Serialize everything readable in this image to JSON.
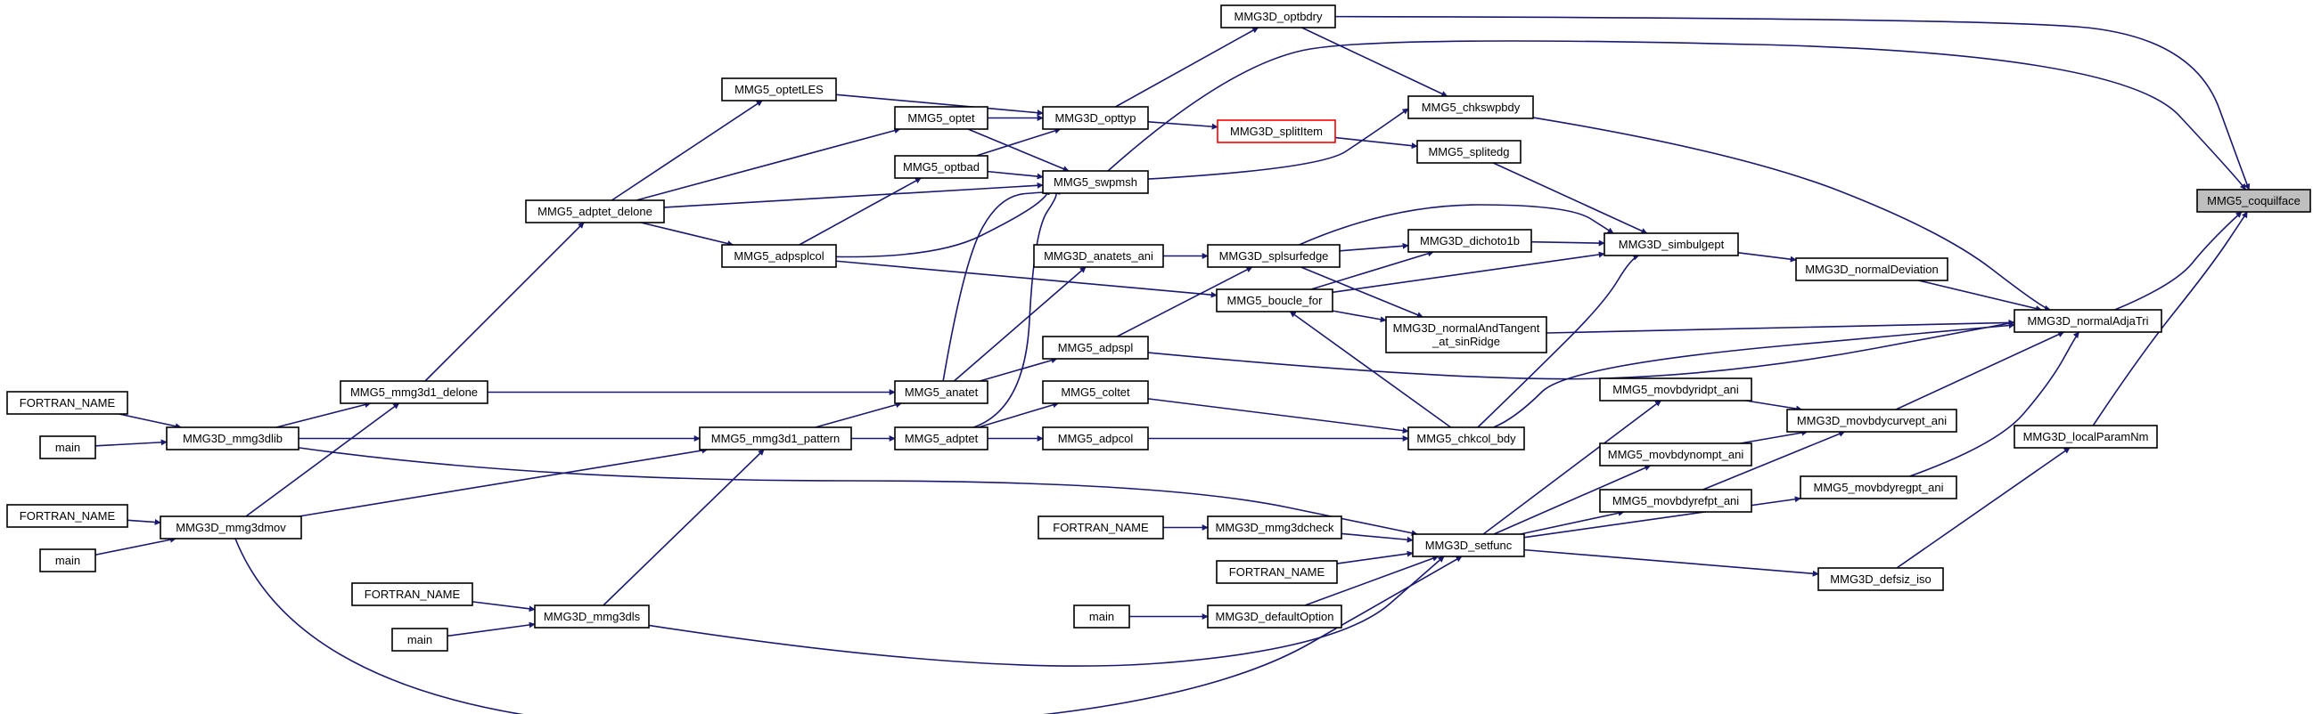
{
  "graph": {
    "edge_color": "#191970",
    "focus_fill": "#bfbfbf",
    "highlight_stroke": "#ff0000",
    "nodes": {
      "coquilface": [
        "MMG5_coquilface"
      ],
      "optbdry": [
        "MMG3D_optbdry"
      ],
      "chkswpbdy": [
        "MMG5_chkswpbdy"
      ],
      "normalAdjaTri": [
        "MMG3D_normalAdjaTri"
      ],
      "localParamNm": [
        "MMG3D_localParamNm"
      ],
      "optetLES": [
        "MMG5_optetLES"
      ],
      "opttyp": [
        "MMG3D_opttyp"
      ],
      "optet": [
        "MMG5_optet"
      ],
      "optbad": [
        "MMG5_optbad"
      ],
      "swpmsh": [
        "MMG5_swpmsh"
      ],
      "splitItem": [
        "MMG3D_splitItem"
      ],
      "splitedg": [
        "MMG5_splitedg"
      ],
      "adptet_delone": [
        "MMG5_adptet_delone"
      ],
      "adpsplcol": [
        "MMG5_adpsplcol"
      ],
      "anatets_ani": [
        "MMG3D_anatets_ani"
      ],
      "splsurfedge": [
        "MMG3D_splsurfedge"
      ],
      "dichoto1b": [
        "MMG3D_dichoto1b"
      ],
      "simbulgept": [
        "MMG3D_simbulgept"
      ],
      "normalDeviation": [
        "MMG3D_normalDeviation"
      ],
      "boucle_for": [
        "MMG5_boucle_for"
      ],
      "normalAndTangent": [
        "MMG3D_normalAndTangent",
        "_at_sinRidge"
      ],
      "adpspl": [
        "MMG5_adpspl"
      ],
      "mmg3d1_delone": [
        "MMG5_mmg3d1_delone"
      ],
      "anatet": [
        "MMG5_anatet"
      ],
      "coltet": [
        "MMG5_coltet"
      ],
      "fortran1": [
        "FORTRAN_NAME"
      ],
      "mmg3dlib": [
        "MMG3D_mmg3dlib"
      ],
      "main1": [
        "main"
      ],
      "mmg3d1_pattern": [
        "MMG5_mmg3d1_pattern"
      ],
      "adptet": [
        "MMG5_adptet"
      ],
      "adpcol": [
        "MMG5_adpcol"
      ],
      "chkcol_bdy": [
        "MMG5_chkcol_bdy"
      ],
      "movbdyridpt": [
        "MMG5_movbdyridpt_ani"
      ],
      "movbdycurvept": [
        "MMG3D_movbdycurvept_ani"
      ],
      "movbdynompt": [
        "MMG5_movbdynompt_ani"
      ],
      "movbdyrefpt": [
        "MMG5_movbdyrefpt_ani"
      ],
      "movbdyregpt": [
        "MMG5_movbdyregpt_ani"
      ],
      "fortran2": [
        "FORTRAN_NAME"
      ],
      "mmg3dmov": [
        "MMG3D_mmg3dmov"
      ],
      "main2": [
        "main"
      ],
      "fortran3": [
        "FORTRAN_NAME"
      ],
      "mmg3dcheck": [
        "MMG3D_mmg3dcheck"
      ],
      "fortran4": [
        "FORTRAN_NAME"
      ],
      "setfunc": [
        "MMG3D_setfunc"
      ],
      "defsiz_iso": [
        "MMG3D_defsiz_iso"
      ],
      "fortran5": [
        "FORTRAN_NAME"
      ],
      "mmg3dls": [
        "MMG3D_mmg3dls"
      ],
      "main3": [
        "main"
      ],
      "main4": [
        "main"
      ],
      "defaultOption": [
        "MMG3D_defaultOption"
      ]
    }
  }
}
